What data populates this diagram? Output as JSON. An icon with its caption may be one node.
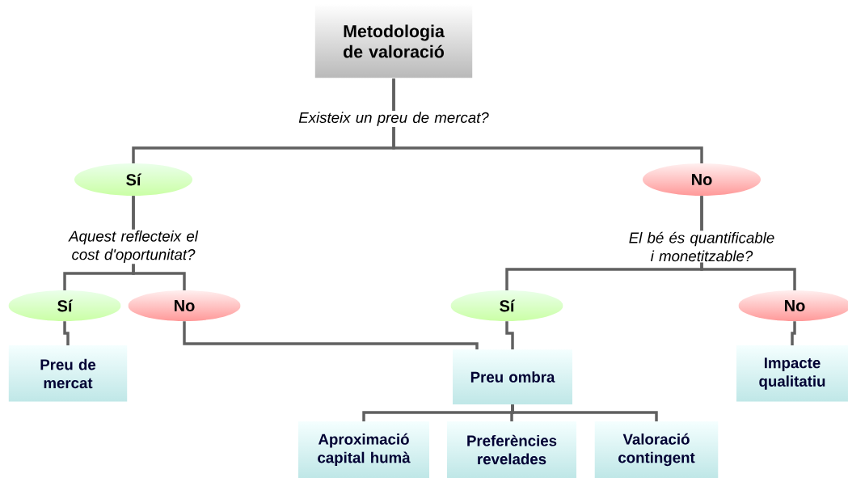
{
  "diagram": {
    "nodes": [
      {
        "text": [
          "Metodologia de valoració"
        ]
      },
      {
        "text": [
          "Sí"
        ]
      },
      {
        "text": [
          "No"
        ]
      },
      {
        "text": [
          "Sí"
        ]
      },
      {
        "text": [
          "No"
        ]
      },
      {
        "text": [
          "Sí"
        ]
      },
      {
        "text": [
          "No"
        ]
      },
      {
        "text": [
          "Preu de mercat"
        ]
      },
      {
        "text": [
          "Preu ombra"
        ]
      },
      {
        "text": [
          "Impacte qualitatiu"
        ]
      },
      {
        "text": [
          "Aproximació capital humà"
        ]
      },
      {
        "text": [
          "Preferències revelades"
        ]
      },
      {
        "text": [
          "Valoració contingent"
        ]
      }
    ],
    "edges": [
      {
        "from": 0,
        "to": 1,
        "arrow": "none"
      },
      {
        "from": 0,
        "to": 2,
        "arrow": "none"
      },
      {
        "from": 1,
        "to": 3,
        "arrow": "none"
      },
      {
        "from": 1,
        "to": 4,
        "arrow": "none"
      },
      {
        "from": 2,
        "to": 5,
        "arrow": "none"
      },
      {
        "from": 2,
        "to": 6,
        "arrow": "none"
      },
      {
        "from": 3,
        "to": 7,
        "arrow": "none"
      },
      {
        "from": 4,
        "to": 8,
        "arrow": "none"
      },
      {
        "from": 5,
        "to": 8,
        "arrow": "none"
      },
      {
        "from": 6,
        "to": 9,
        "arrow": "none"
      },
      {
        "from": 8,
        "to": 10,
        "arrow": "none"
      },
      {
        "from": 8,
        "to": 11,
        "arrow": "none"
      },
      {
        "from": 8,
        "to": 12,
        "arrow": "none"
      }
    ],
    "labels": [
      "Existeix un preu de mercat?",
      "Aquest reflecteix el cost d'oportunitat?",
      "El bé és quantificable i monetitzable?"
    ]
  }
}
